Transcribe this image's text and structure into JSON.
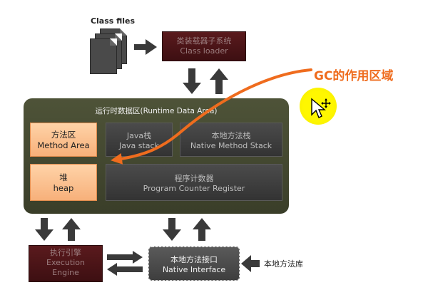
{
  "class_files": {
    "label": "Class files"
  },
  "class_loader": {
    "line1": "类装载器子系统",
    "line2": "Class loader"
  },
  "runtime_area": {
    "title": "运行时数据区(Runtime Data Area)",
    "method_area": {
      "cn": "方法区",
      "en": "Method Area"
    },
    "java_stack": {
      "cn": "Java栈",
      "en": "Java stack"
    },
    "native_method_stack": {
      "cn": "本地方法栈",
      "en": "Native Method Stack"
    },
    "heap": {
      "cn": "堆",
      "en": "heap"
    },
    "pc_register": {
      "cn": "程序计数器",
      "en": "Program Counter Register"
    }
  },
  "execution_engine": {
    "line1": "执行引擎",
    "line2": "Execution",
    "line3": "Engine"
  },
  "native_interface": {
    "cn": "本地方法接口",
    "en": "Native Interface"
  },
  "native_library": {
    "label": "本地方法库"
  },
  "annotation": {
    "gc_label": "GC的作用区域",
    "color": "#ef6c1e"
  },
  "colors": {
    "highlight_orange": "#f7b07a",
    "panel_dark": "#3f3f3f",
    "runtime_bg": "#454a31",
    "engine_red": "#4a1416"
  }
}
